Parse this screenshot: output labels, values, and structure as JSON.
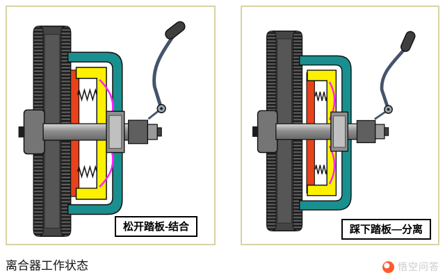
{
  "panels": [
    {
      "caption": "松开踏板-结合",
      "state_name": "engaged"
    },
    {
      "caption": "踩下踏板—分离",
      "state_name": "disengaged"
    }
  ],
  "footer": {
    "label": "离合器工作状态"
  },
  "watermark": {
    "text": "悟空问答",
    "logo": "wukong-circle-logo"
  },
  "colors": {
    "panel-border": "#d8d2a6",
    "flywheel": "#454545",
    "cover": "#1a8f8f",
    "plate": "#fdf000",
    "disc": "#e8421c",
    "lever": "#ff22ff",
    "pedal": "#44546a",
    "watermark-orange": "#ff5a2e",
    "watermark-text": "#c9c9c9"
  }
}
